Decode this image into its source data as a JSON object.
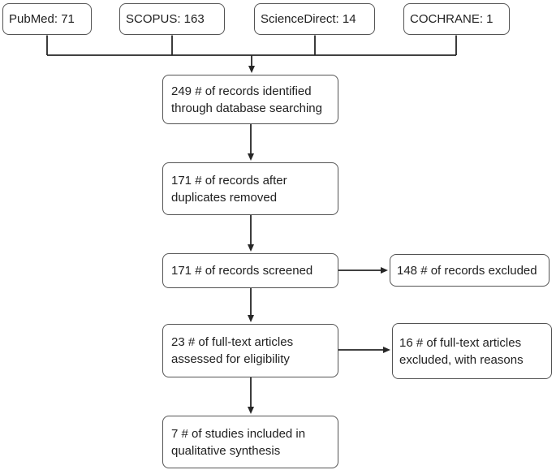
{
  "flowchart": {
    "title": "systematic-review-prisma-flow",
    "sources": [
      {
        "label": "PubMed: 71"
      },
      {
        "label": "SCOPUS: 163"
      },
      {
        "label": "ScienceDirect: 14"
      },
      {
        "label": "COCHRANE: 1"
      }
    ],
    "steps": [
      {
        "text": "249 # of records identified through database searching"
      },
      {
        "text": "171 # of records after duplicates removed"
      },
      {
        "text": "171 # of records screened"
      },
      {
        "text": "23 # of full-text articles assessed for eligibility"
      },
      {
        "text": "7 # of studies included in qualitative synthesis"
      }
    ],
    "exclusions": [
      {
        "text": "148 # of records excluded"
      },
      {
        "text": "16 # of full-text articles excluded, with reasons"
      }
    ],
    "colors": {
      "background": "#ffffff",
      "box_border": "#545454",
      "line": "#262626",
      "text": "#212121"
    }
  }
}
